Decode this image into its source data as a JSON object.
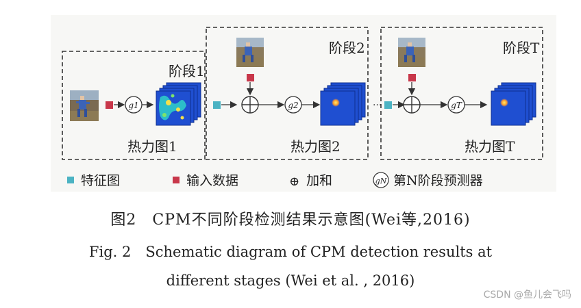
{
  "stages": [
    {
      "title": "阶段1",
      "heatmap_label": "热力图1",
      "g_label": "g1"
    },
    {
      "title": "阶段2",
      "heatmap_label": "热力图2",
      "g_label": "g2"
    },
    {
      "title": "阶段T",
      "heatmap_label": "热力图T",
      "g_label": "gT"
    }
  ],
  "ellipsis": "···",
  "legend": {
    "feature_map": "特征图",
    "input_data": "输入数据",
    "sum_symbol": "⊕",
    "sum": "加和",
    "g_symbol": "gN",
    "predictor": "第N阶段预测器"
  },
  "captions": {
    "cn": "图2　CPM不同阶段检测结果示意图(Wei等,2016)",
    "en_line1": "Fig. 2　Schematic diagram of CPM detection results at",
    "en_line2": "different stages (Wei et al. , 2016)"
  },
  "watermark": "CSDN @鱼儿会飞吗",
  "colors": {
    "feature_map": "#4bb3c3",
    "input_data": "#c8374a",
    "heatmap_blue": "#1f4fd1",
    "dashed_border": "#333333"
  }
}
